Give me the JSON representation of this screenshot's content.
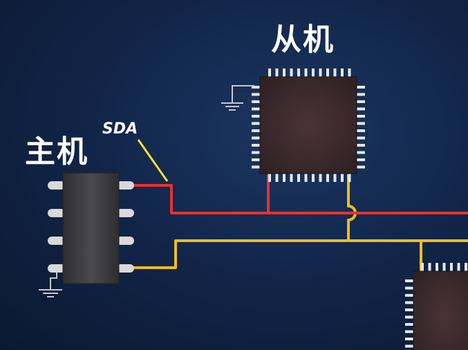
{
  "labels": {
    "master": "主机",
    "slave": "从机",
    "sda": "SDA"
  },
  "colors": {
    "background": "#12264a",
    "sda_line": "#e8322c",
    "scl_line": "#f0bb25",
    "callout_line": "#f2e23a",
    "chip_body": "#3a2a2c",
    "soic_body": "#3a3a3c",
    "pin": "#d9d9d9",
    "ground": "#c8c8c8"
  },
  "icons": [
    "ground-icon"
  ]
}
